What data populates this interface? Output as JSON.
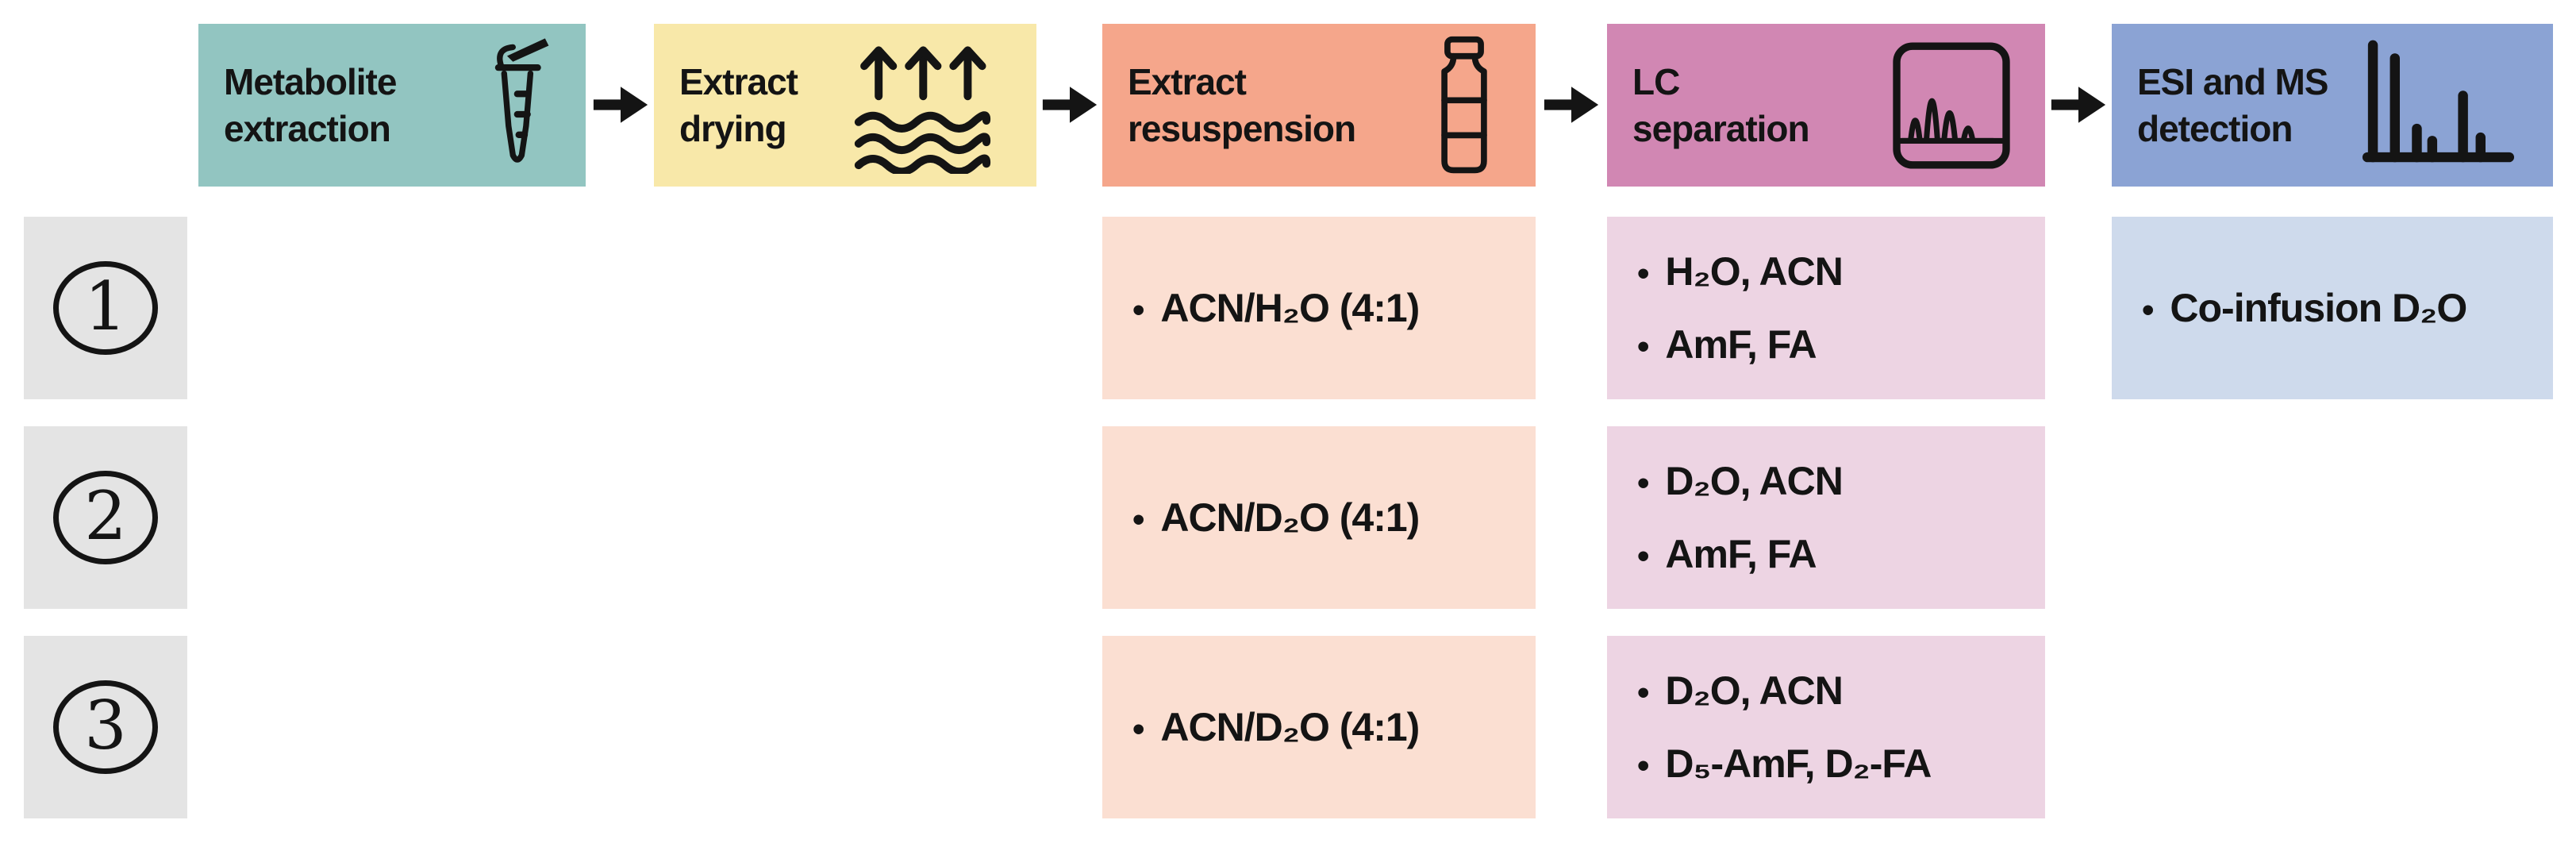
{
  "bullet": "•",
  "header": {
    "steps": [
      {
        "label": "Metabolite\nextraction",
        "icon": "microcentrifuge-tube-icon"
      },
      {
        "label": "Extract\ndrying",
        "icon": "evaporation-icon"
      },
      {
        "label": "Extract\nresuspension",
        "icon": "vial-icon"
      },
      {
        "label": "LC\nseparation",
        "icon": "chromatogram-icon"
      },
      {
        "label": "ESI and MS\ndetection",
        "icon": "mass-spectrum-icon"
      }
    ],
    "arrow_icon": "arrow-right-icon"
  },
  "rows": [
    {
      "number": "1",
      "resuspension": {
        "items": [
          "ACN/H₂O (4:1)"
        ]
      },
      "lc": {
        "items": [
          "H₂O, ACN",
          "AmF, FA"
        ]
      },
      "esi": {
        "items": [
          "Co-infusion D₂O"
        ]
      }
    },
    {
      "number": "2",
      "resuspension": {
        "items": [
          "ACN/D₂O (4:1)"
        ]
      },
      "lc": {
        "items": [
          "D₂O, ACN",
          "AmF, FA"
        ]
      },
      "esi": {
        "items": []
      }
    },
    {
      "number": "3",
      "resuspension": {
        "items": [
          "ACN/D₂O (4:1)"
        ]
      },
      "lc": {
        "items": [
          "D₂O, ACN",
          "D₅-AmF, D₂-FA"
        ]
      },
      "esi": {
        "items": []
      }
    }
  ],
  "colors": {
    "page_bg": "#ffffff",
    "ink": "#141414",
    "step1_bg": "#92c5c1",
    "step2_bg": "#f8e8a9",
    "step3_bg": "#f5a68b",
    "step4_bg": "#d187b3",
    "step5_bg": "#8ba3d4",
    "cell_resuspension_bg": "#fbdfd2",
    "cell_lc_bg": "#edd4e3",
    "cell_esi_bg": "#cedaec",
    "row_label_bg": "#e4e4e4"
  }
}
